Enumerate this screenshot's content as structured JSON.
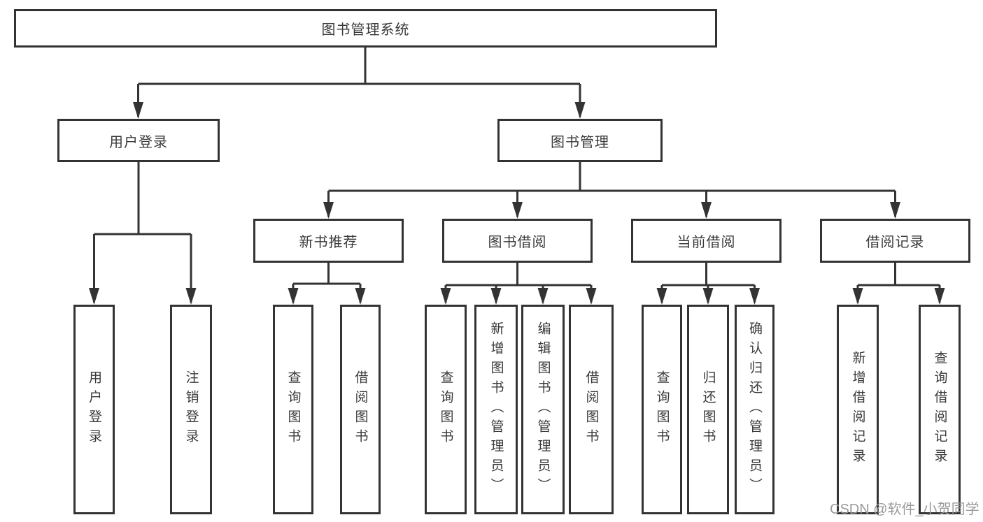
{
  "diagram_type": "hierarchy-tree",
  "colors": {
    "line": "#333333",
    "border": "#333333",
    "text": "#3a3a3a",
    "background": "#ffffff",
    "watermark": "#9a9a9a"
  },
  "tree": {
    "root": {
      "label": "图书管理系统"
    },
    "branches": [
      {
        "label": "用户登录",
        "children": [
          {
            "label": "用户登录"
          },
          {
            "label": "注销登录"
          }
        ]
      },
      {
        "label": "图书管理",
        "children": [
          {
            "label": "新书推荐",
            "children": [
              {
                "label": "查询图书"
              },
              {
                "label": "借阅图书"
              }
            ]
          },
          {
            "label": "图书借阅",
            "children": [
              {
                "label": "查询图书"
              },
              {
                "label": "新增图书（管理员）"
              },
              {
                "label": "编辑图书（管理员）"
              },
              {
                "label": "借阅图书"
              }
            ]
          },
          {
            "label": "当前借阅",
            "children": [
              {
                "label": "查询图书"
              },
              {
                "label": "归还图书"
              },
              {
                "label": "确认归还（管理员）"
              }
            ]
          },
          {
            "label": "借阅记录",
            "children": [
              {
                "label": "新增借阅记录"
              },
              {
                "label": "查询借阅记录"
              }
            ]
          }
        ]
      }
    ]
  },
  "watermark": {
    "text": "CSDN @软件_小贺同学"
  }
}
